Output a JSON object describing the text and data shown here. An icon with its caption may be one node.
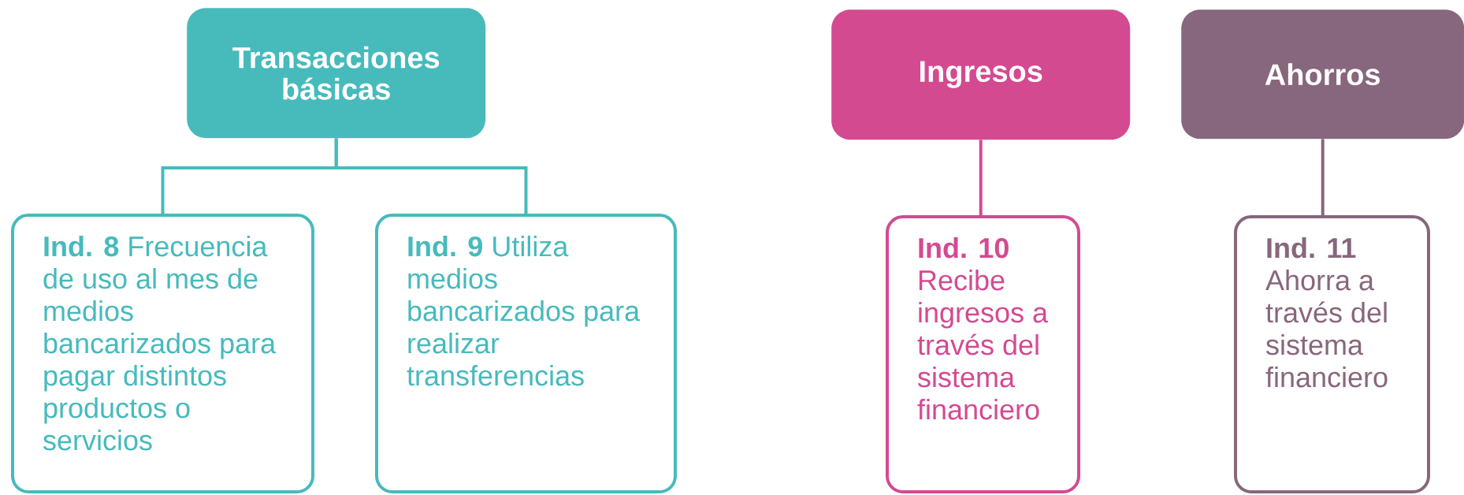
{
  "diagram": {
    "nodes": [
      {
        "text": [
          "Transacciones básicas"
        ]
      },
      {
        "text": [
          "**Ind. 8** Frecuencia de uso al mes de medios bancarizados para pagar distintos productos o servicios"
        ]
      },
      {
        "text": [
          "**Ind. 9** Utiliza medios bancarizados para realizar transferencias"
        ]
      },
      {
        "text": [
          "Ingresos"
        ]
      },
      {
        "text": [
          "**Ind. 10** Recibe ingresos a través del sistema financiero"
        ]
      },
      {
        "text": [
          "Ahorros"
        ]
      },
      {
        "text": [
          "**Ind. 11** Ahorra a través del sistema financiero"
        ]
      }
    ],
    "edges": [
      {
        "from": 0,
        "to": 1,
        "arrow": "none",
        "color": "#47babc"
      },
      {
        "from": 0,
        "to": 2,
        "arrow": "none",
        "color": "#47babc"
      },
      {
        "from": 3,
        "to": 4,
        "arrow": "none",
        "color": "#d44a91"
      },
      {
        "from": 5,
        "to": 6,
        "arrow": "none",
        "color": "#87677d"
      }
    ]
  }
}
